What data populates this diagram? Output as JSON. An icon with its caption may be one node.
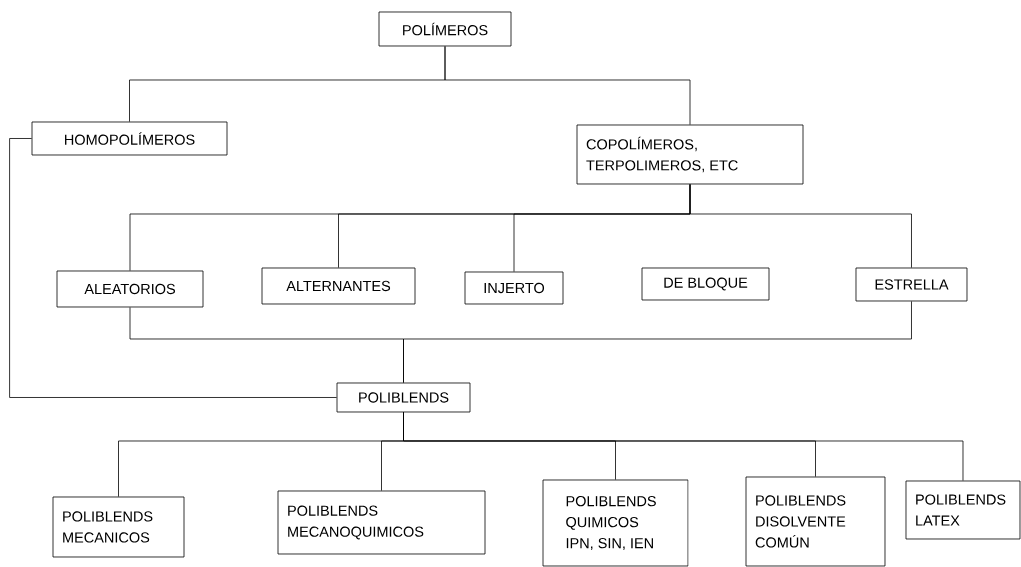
{
  "diagram": {
    "nodes": [
      {
        "text": [
          "POLÍMEROS"
        ]
      },
      {
        "text": [
          "HOMOPOLÍMEROS"
        ]
      },
      {
        "text": [
          "COPOLÍMEROS, TERPOLIMEROS, ETC"
        ]
      },
      {
        "text": [
          "ALEATORIOS"
        ]
      },
      {
        "text": [
          "ALTERNANTES"
        ]
      },
      {
        "text": [
          "INJERTO"
        ]
      },
      {
        "text": [
          "DE BLOQUE"
        ]
      },
      {
        "text": [
          "ESTRELLA"
        ]
      },
      {
        "text": [
          "POLIBLENDS"
        ]
      },
      {
        "text": [
          "POLIBLENDS MECANICOS"
        ]
      },
      {
        "text": [
          "POLIBLENDS MECANOQUIMICOS"
        ]
      },
      {
        "text": [
          "POLIBLENDS QUIMICOS IPN, SIN, IEN"
        ]
      },
      {
        "text": [
          "POLIBLENDS DISOLVENTE COMÚN"
        ]
      },
      {
        "text": [
          "POLIBLENDS LATEX"
        ]
      }
    ],
    "edges": [
      {
        "from": 0,
        "to": 1,
        "arrow": "none"
      },
      {
        "from": 0,
        "to": 2,
        "arrow": "none"
      },
      {
        "from": 2,
        "to": 3,
        "arrow": "none"
      },
      {
        "from": 2,
        "to": 4,
        "arrow": "none"
      },
      {
        "from": 2,
        "to": 5,
        "arrow": "none"
      },
      {
        "from": 2,
        "to": 7,
        "arrow": "none"
      },
      {
        "from": 3,
        "to": 8,
        "arrow": "none"
      },
      {
        "from": 7,
        "to": 8,
        "arrow": "none"
      },
      {
        "from": 1,
        "to": 8,
        "arrow": "none"
      },
      {
        "from": 8,
        "to": 9,
        "arrow": "none"
      },
      {
        "from": 8,
        "to": 10,
        "arrow": "none"
      },
      {
        "from": 8,
        "to": 11,
        "arrow": "none"
      },
      {
        "from": 8,
        "to": 12,
        "arrow": "none"
      },
      {
        "from": 8,
        "to": 13,
        "arrow": "none"
      }
    ]
  }
}
